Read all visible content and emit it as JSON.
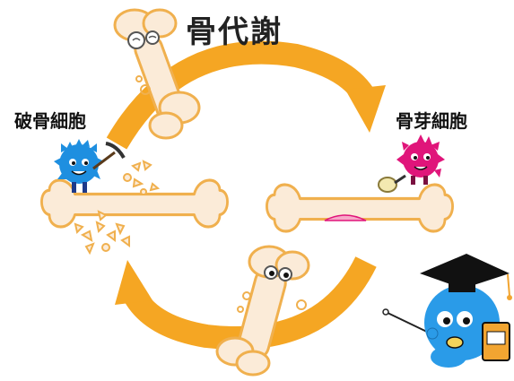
{
  "title": "骨代謝",
  "labels": {
    "osteoclast": "破骨細胞",
    "osteoblast": "骨芽細胞"
  },
  "colors": {
    "arrow": "#F5A623",
    "bone": "#FBEBD8",
    "bone_outline": "#F0B04E",
    "osteoclast": "#1E8FE0",
    "osteoblast": "#E0157A",
    "new_bone": "#F7A8C8",
    "professor": "#2A9BE8",
    "cap": "#111111"
  }
}
